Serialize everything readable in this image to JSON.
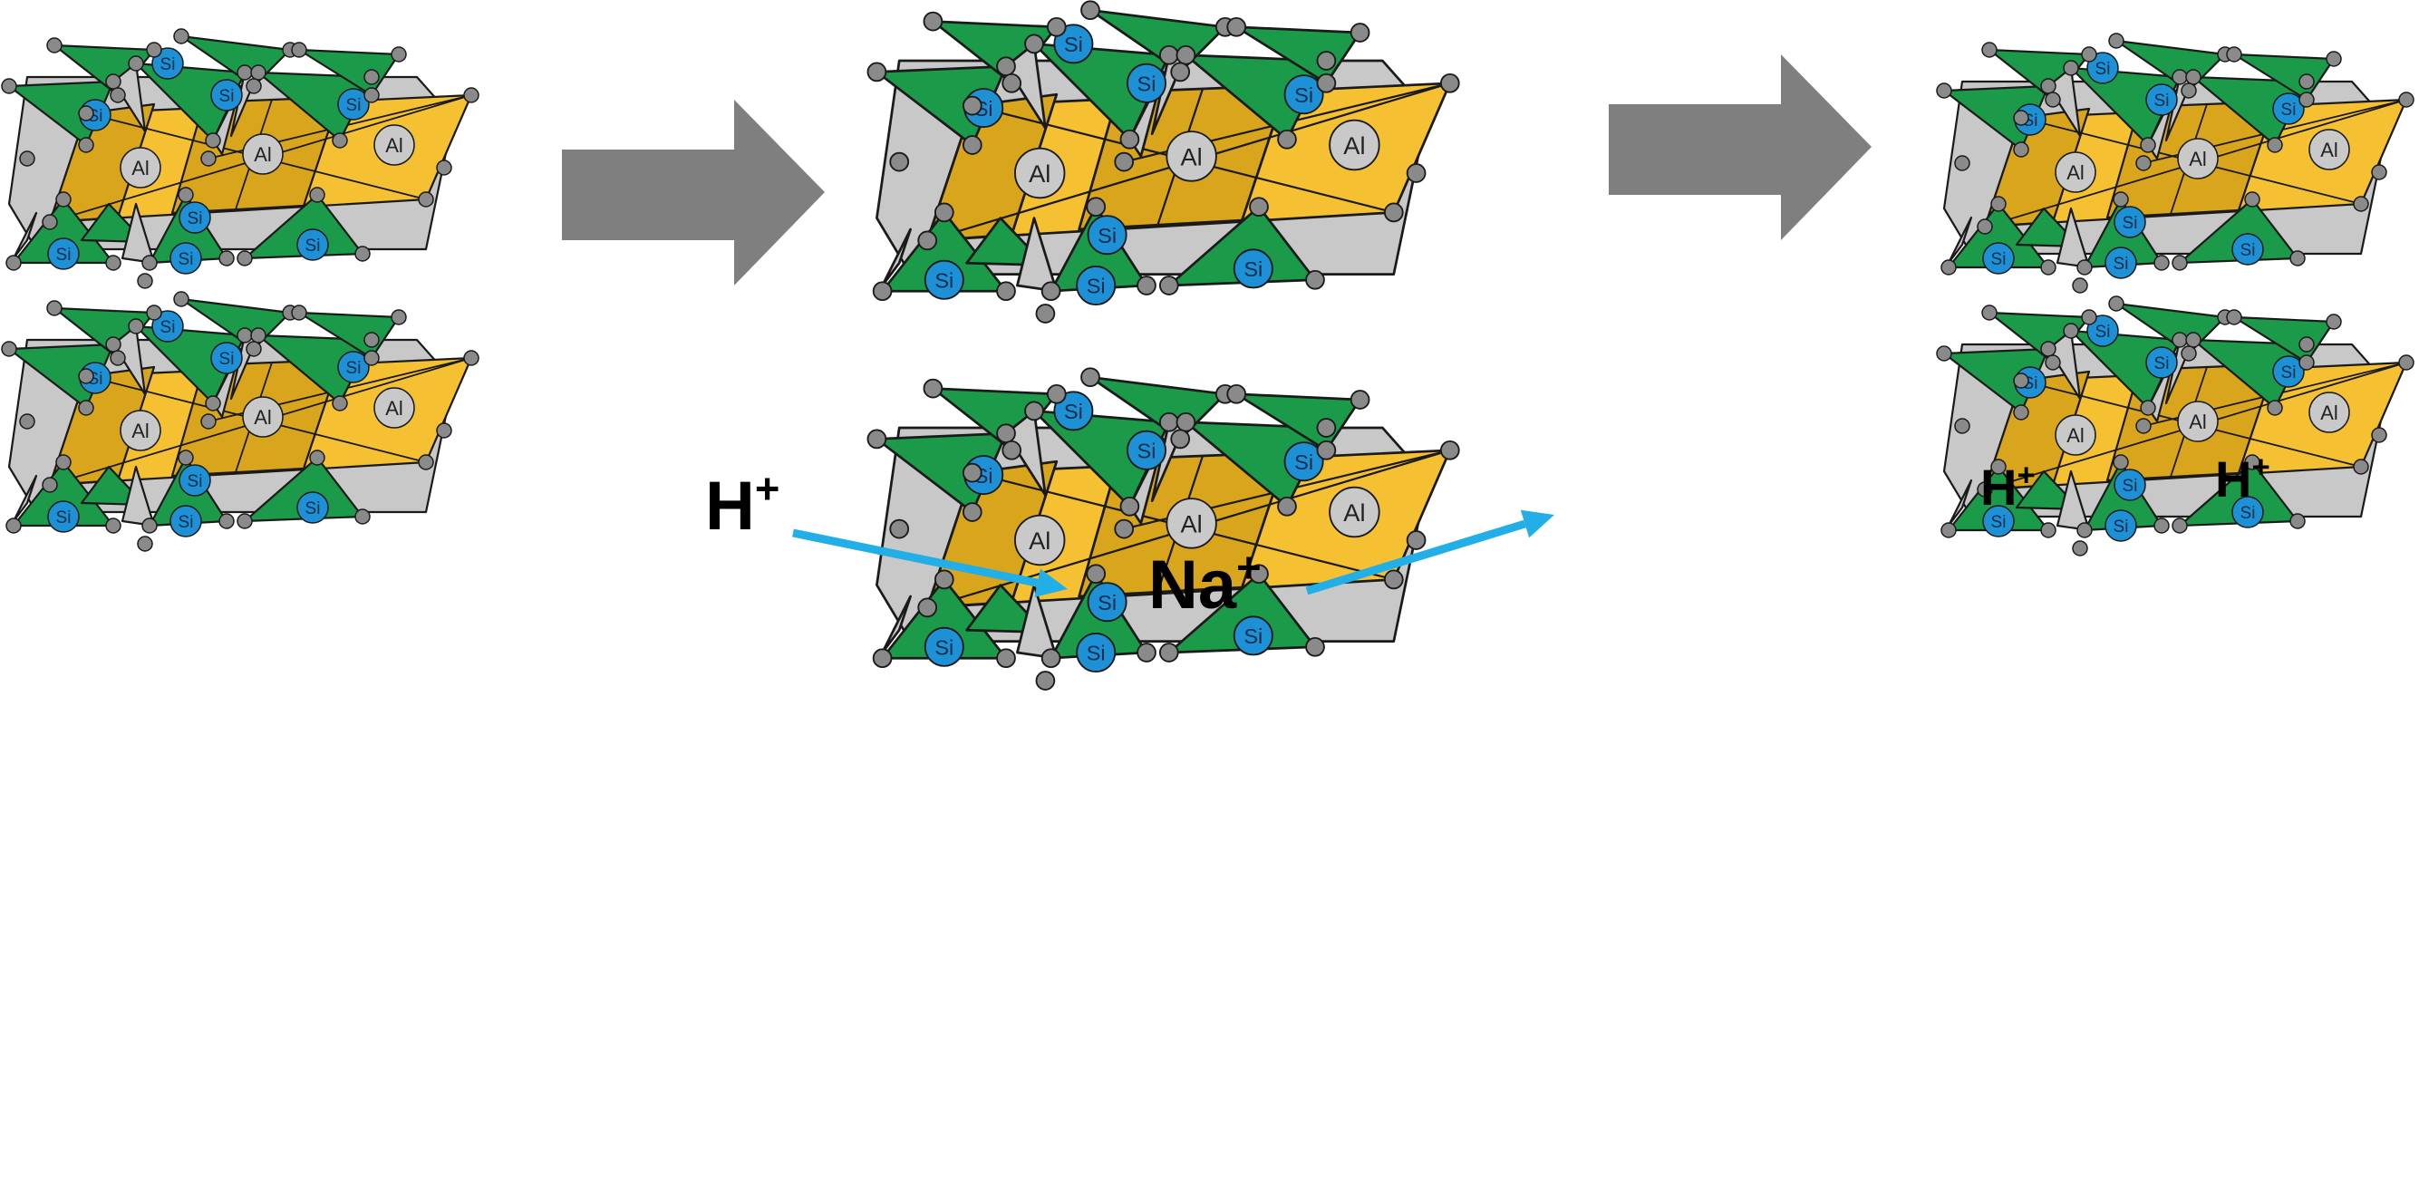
{
  "colors": {
    "tetrahedra": "#1b9a4a",
    "tetrahedra_dark": "#12783a",
    "octahedra": "#f5c133",
    "octahedra_dark": "#d9a51c",
    "grey_face": "#c8c8c8",
    "oxygen_node": "#8a8a8a",
    "si_atom": "#1e90d6",
    "al_atom": "#c9c9c9",
    "process_arrow": "#7f7f7f",
    "ion_arrow": "#22aee6",
    "edge": "#1a1a1a"
  },
  "atom_labels": {
    "silicon": "Si",
    "aluminum": "Al"
  },
  "ions": {
    "proton": "H",
    "sodium": "Na",
    "charge": "+"
  },
  "layers": [
    {
      "id": "initial-top",
      "stage": "initial"
    },
    {
      "id": "initial-bottom",
      "stage": "initial"
    },
    {
      "id": "exchange-top",
      "stage": "exchange"
    },
    {
      "id": "exchange-bottom",
      "stage": "exchange"
    },
    {
      "id": "final-top",
      "stage": "final"
    },
    {
      "id": "final-bottom",
      "stage": "final"
    }
  ],
  "process_arrows": [
    {
      "id": "initial-to-exchange"
    },
    {
      "id": "exchange-to-final"
    }
  ],
  "ion_flows": [
    {
      "id": "proton-in",
      "species": "H+"
    },
    {
      "id": "sodium-out",
      "species": "Na+"
    }
  ]
}
